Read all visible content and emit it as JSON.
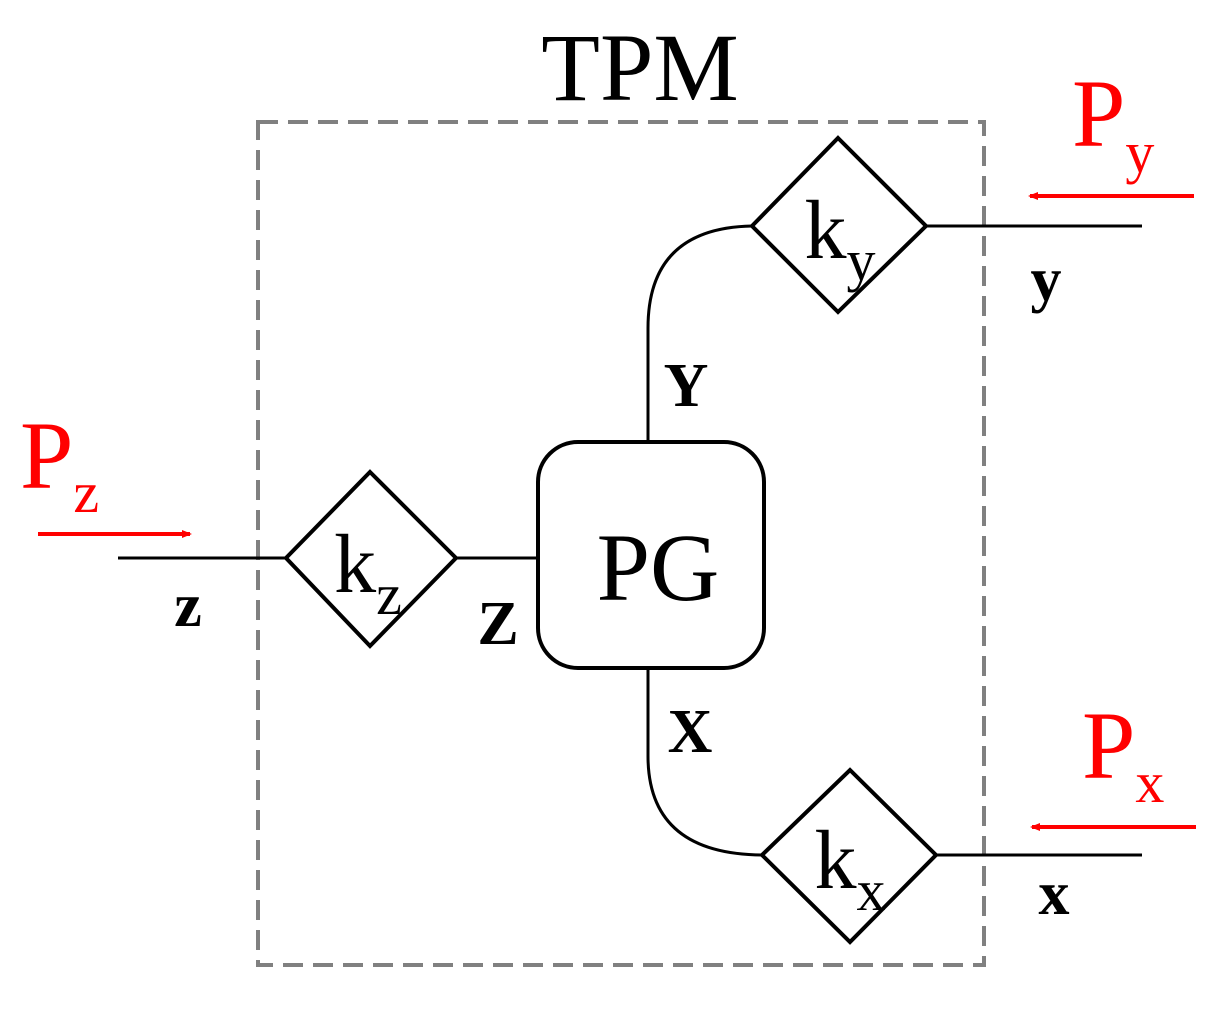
{
  "title": "TPM",
  "center_block": "PG",
  "ports": {
    "y": {
      "gain": "k",
      "gain_sub": "y",
      "inner": "Y",
      "outer": "y",
      "perturbation": "P",
      "perturbation_sub": "y"
    },
    "z": {
      "gain": "k",
      "gain_sub": "z",
      "inner": "Z",
      "outer": "z",
      "perturbation": "P",
      "perturbation_sub": "z"
    },
    "x": {
      "gain": "k",
      "gain_sub": "x",
      "inner": "X",
      "outer": "x",
      "perturbation": "P",
      "perturbation_sub": "x"
    }
  },
  "colors": {
    "line": "#000000",
    "dashed_box": "#808080",
    "perturbation": "#ff0000"
  }
}
